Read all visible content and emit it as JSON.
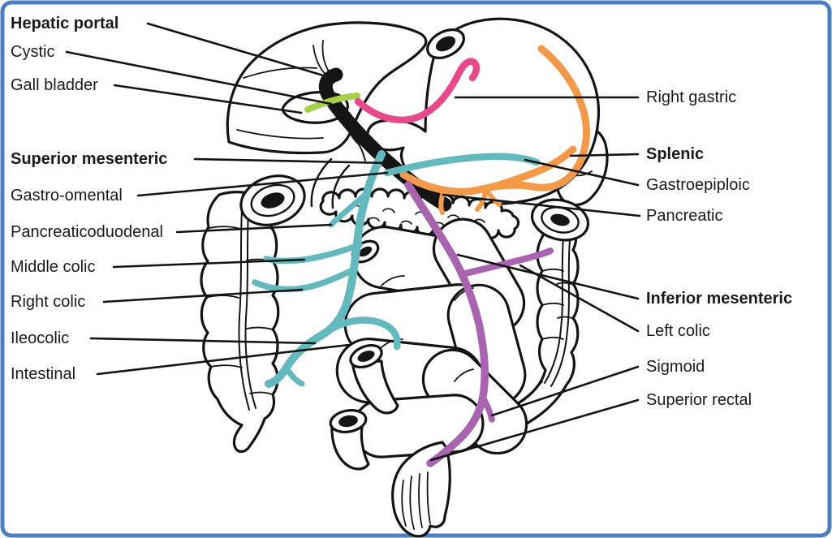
{
  "figure": {
    "border_color": "#4a7fc1",
    "background_color": "#ffffff"
  },
  "colors": {
    "outline": "#141414",
    "leader_line": "#141414",
    "label_text": "#1a1a1a",
    "hepatic_portal": "#141414",
    "cystic": "#a6cf4a",
    "right_gastric": "#e8498c",
    "splenic": "#f2994a",
    "superior_mesenteric": "#63b9bd",
    "inferior_mesenteric": "#a964b0"
  },
  "labels": {
    "left": [
      {
        "text": "Hepatic portal",
        "bold": true
      },
      {
        "text": "Cystic",
        "bold": false
      },
      {
        "text": "Gall bladder",
        "bold": false
      },
      {
        "text": "Superior mesenteric",
        "bold": true
      },
      {
        "text": "Gastro-omental",
        "bold": false
      },
      {
        "text": "Pancreaticoduodenal",
        "bold": false
      },
      {
        "text": "Middle colic",
        "bold": false
      },
      {
        "text": "Right colic",
        "bold": false
      },
      {
        "text": "Ileocolic",
        "bold": false
      },
      {
        "text": "Intestinal",
        "bold": false
      }
    ],
    "right": [
      {
        "text": "Right gastric",
        "bold": false
      },
      {
        "text": "Splenic",
        "bold": true
      },
      {
        "text": "Gastroepiploic",
        "bold": false
      },
      {
        "text": "Pancreatic",
        "bold": false
      },
      {
        "text": "Inferior mesenteric",
        "bold": true
      },
      {
        "text": "Left colic",
        "bold": false
      },
      {
        "text": "Sigmoid",
        "bold": false
      },
      {
        "text": "Superior rectal",
        "bold": false
      }
    ]
  }
}
